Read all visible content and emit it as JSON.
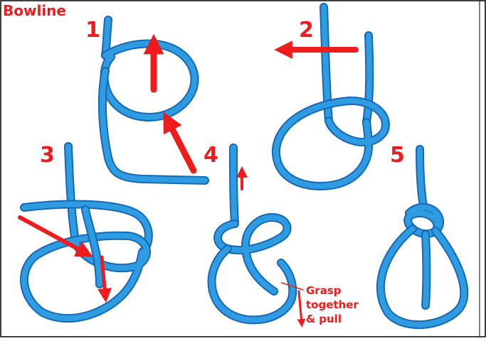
{
  "title": "Bowline",
  "steps": [
    {
      "number": "1"
    },
    {
      "number": "2"
    },
    {
      "number": "3"
    },
    {
      "number": "4"
    },
    {
      "number": "5"
    }
  ],
  "annotation": {
    "lines": [
      "Grasp",
      "together",
      "& pull"
    ]
  },
  "colors": {
    "rope": "#2f9be0",
    "rope_dark": "#1668b8",
    "rope_light": "#7cc8f2",
    "arrow": "#ee1c1c",
    "text": "#ee1c1c"
  },
  "icons": {
    "arrow": "arrow-icon",
    "rope": "rope-illustration"
  }
}
